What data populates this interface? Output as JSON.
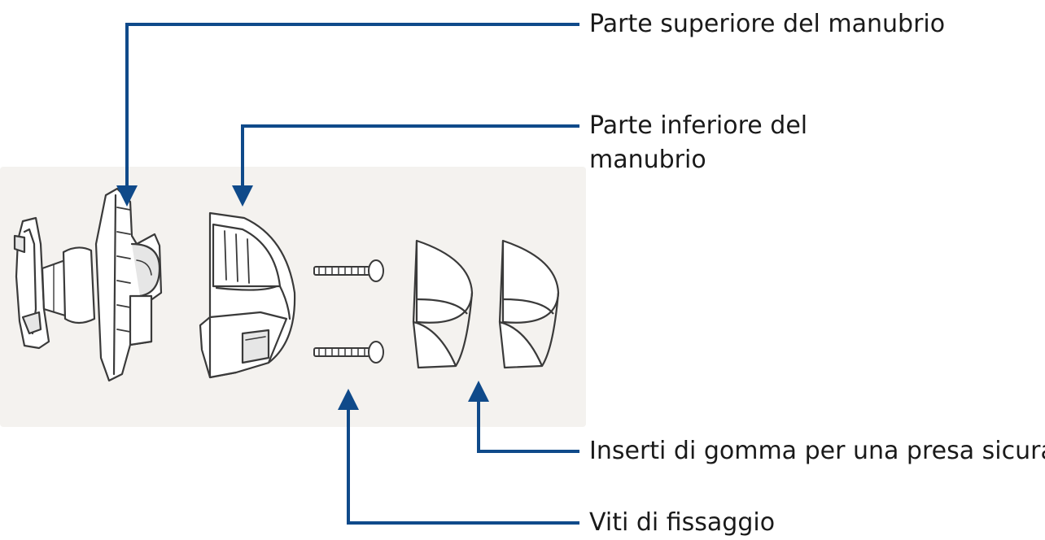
{
  "colors": {
    "leader": "#0f4a8a",
    "outline": "#3a3a3a",
    "part_fill": "#ffffff",
    "part_shade": "#e6e6e6",
    "backdrop": "#f4f2ef",
    "text": "#1a1a1a"
  },
  "labels": {
    "top": "Parte superiore del manubrio",
    "bottom": "Parte inferiore del manubrio",
    "inserts": "Inserti di gomma per una presa sicura",
    "screws": "Viti di fissaggio"
  },
  "icons": {
    "mount": "handlebar-mount-top-icon",
    "clamp": "handlebar-clamp-bottom-icon",
    "screw": "screw-icon",
    "insert": "rubber-insert-icon"
  }
}
